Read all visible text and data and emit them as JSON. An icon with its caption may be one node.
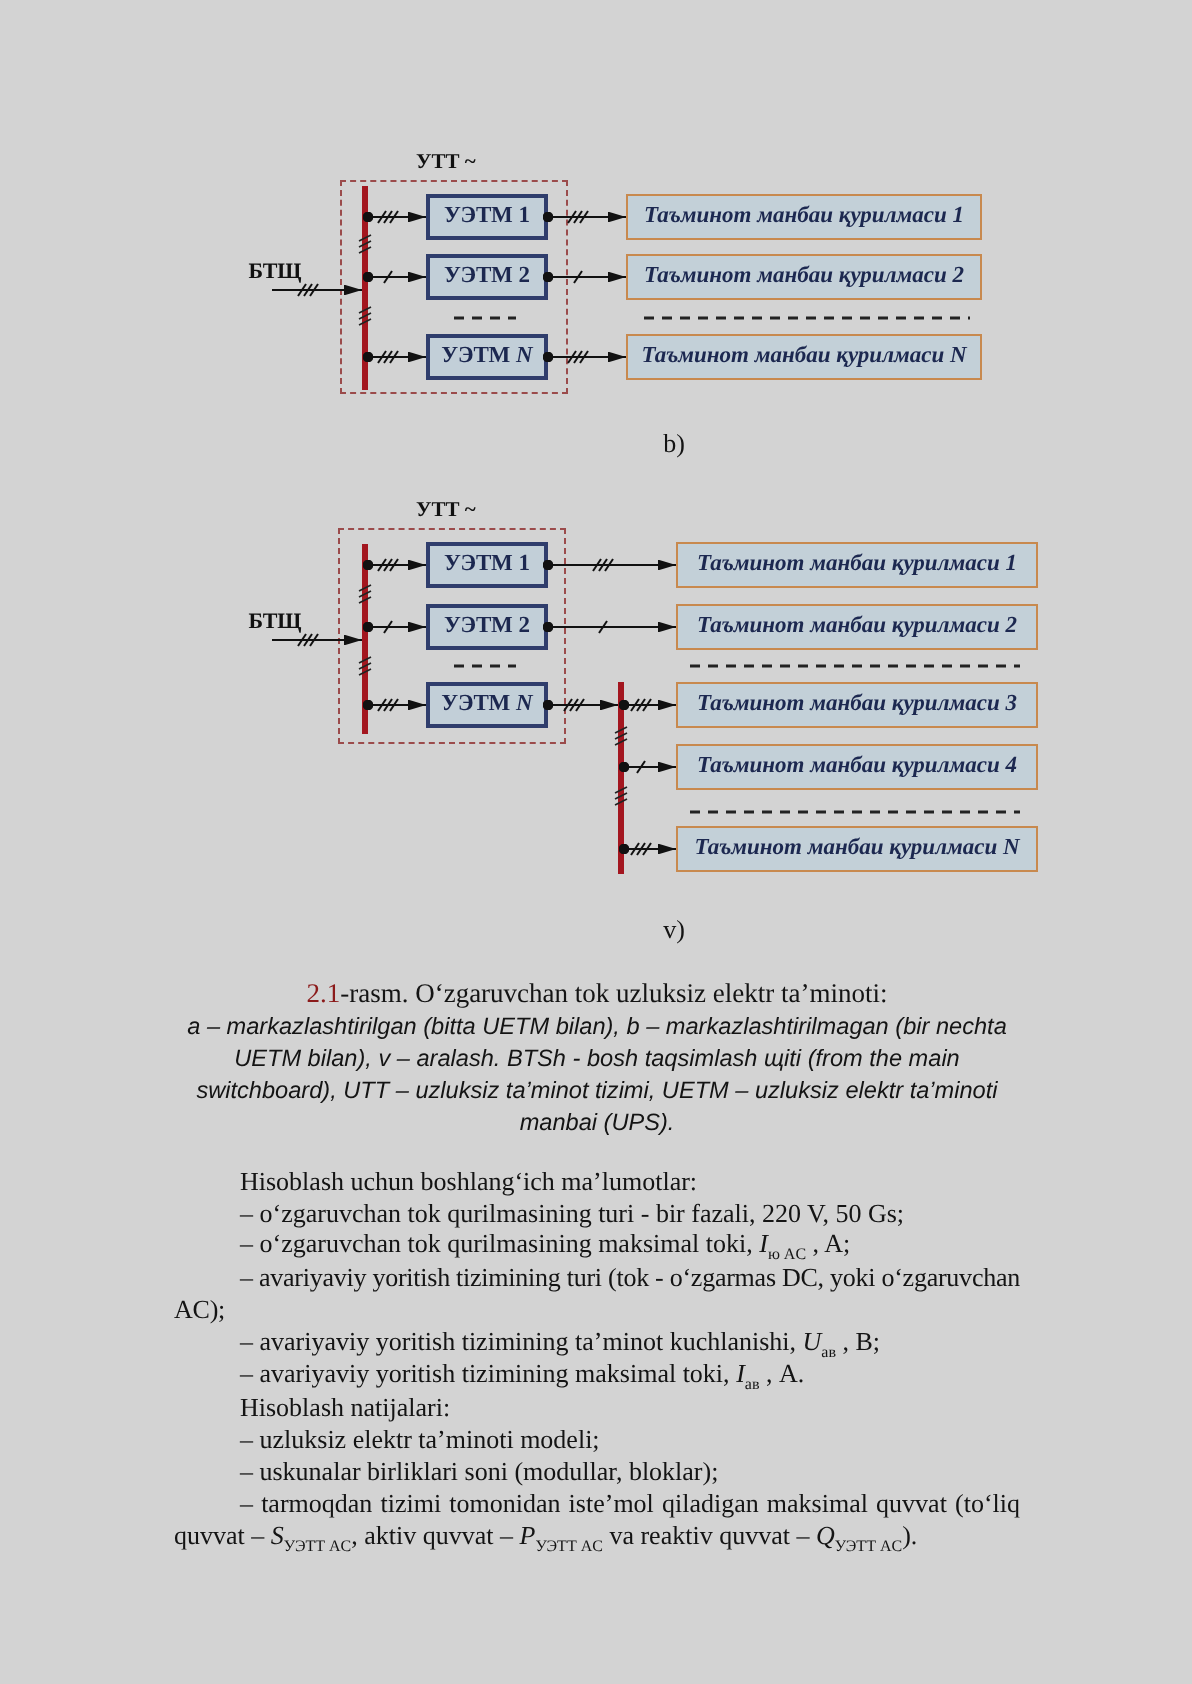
{
  "diagram": {
    "caption": "2.1-rasm. O‘zgaruvchan tok uzluksiz elektr ta’minoti: *a – markazlashtirilgan (bitta UETM bilan), b – markazlashtirilmagan (bir nechta UETM bilan), v – aralash. BTSh - bosh taqsimlash щiti (from the main switchboard), UTT – uzluksiz ta’minot tizimi, UETM – uzluksiz elektr ta’minoti manbai (UPS).*",
    "nodes": [
      {
        "text": [
          "УТТ ~"
        ]
      },
      {
        "text": [],
        "shape": "bar",
        "in": 0
      },
      {
        "text": [
          "БТЩ"
        ]
      },
      {
        "text": [
          "УЭТМ 1"
        ],
        "in": 0
      },
      {
        "text": [
          "УЭТМ 2"
        ],
        "in": 0
      },
      {
        "text": [
          "УЭТМ *N*"
        ],
        "in": 0
      },
      {
        "text": [
          "Таъминот манбаи қурилмаси 1"
        ]
      },
      {
        "text": [
          "Таъминот манбаи қурилмаси 2"
        ]
      },
      {
        "text": [
          "Таъминот манбаи қурилмаси N"
        ]
      },
      {
        "text": [
          "УТТ ~"
        ]
      },
      {
        "text": [],
        "shape": "bar",
        "in": 9
      },
      {
        "text": [
          "БТЩ"
        ]
      },
      {
        "text": [
          "УЭТМ 1"
        ],
        "in": 9
      },
      {
        "text": [
          "УЭТМ 2"
        ],
        "in": 9
      },
      {
        "text": [
          "УЭТМ *N*"
        ],
        "in": 9
      },
      {
        "text": [
          "Таъминот манбаи қурилмаси 1"
        ]
      },
      {
        "text": [
          "Таъминот манбаи қурилмаси 2"
        ]
      },
      {
        "text": [],
        "shape": "bar"
      },
      {
        "text": [
          "Таъминот манбаи қурилмаси 3"
        ]
      },
      {
        "text": [
          "Таъминот манбаи қурилмаси 4"
        ]
      },
      {
        "text": [
          "Таъминот манбаи қурилмаси N"
        ]
      }
    ],
    "edges": [
      {
        "from": 2,
        "to": 1,
        "arrow": "to"
      },
      {
        "from": 1,
        "to": 3,
        "arrow": "to"
      },
      {
        "from": 1,
        "to": 4,
        "arrow": "to"
      },
      {
        "from": 1,
        "to": 5,
        "arrow": "to"
      },
      {
        "from": 3,
        "to": 6,
        "arrow": "to"
      },
      {
        "from": 4,
        "to": 7,
        "arrow": "to"
      },
      {
        "from": 5,
        "to": 8,
        "arrow": "to"
      },
      {
        "from": 11,
        "to": 10,
        "arrow": "to"
      },
      {
        "from": 10,
        "to": 12,
        "arrow": "to"
      },
      {
        "from": 10,
        "to": 13,
        "arrow": "to"
      },
      {
        "from": 10,
        "to": 14,
        "arrow": "to"
      },
      {
        "from": 12,
        "to": 15,
        "arrow": "to"
      },
      {
        "from": 13,
        "to": 16,
        "arrow": "to"
      },
      {
        "from": 14,
        "to": 17,
        "arrow": "to"
      },
      {
        "from": 17,
        "to": 18,
        "arrow": "to"
      },
      {
        "from": 17,
        "to": 19,
        "arrow": "to"
      },
      {
        "from": 17,
        "to": 20,
        "arrow": "to"
      }
    ],
    "labels": [
      "b)",
      "v)",
      "Hisoblash uchun boshlang‘ich ma’lumotlar:",
      "– o‘zgaruvchan tok qurilmasining turi - bir fazali, 220 V, 50 Gs;",
      "– o‘zgaruvchan tok qurilmasining maksimal toki, *I*$_{ю AC}$ , A;",
      "– avariyaviy yoritish tizimining turi (tok - o‘zgarmas DC, yoki o‘zgaruvchan AC);",
      "– avariyaviy yoritish tizimining ta’minot kuchlanishi, *U*$_{ав}$ , В;",
      "– avariyaviy yoritish tizimining maksimal toki, *I*$_{ав}$ , A.",
      "Hisoblash natijalari:",
      "– uzluksiz elektr ta’minoti modeli;",
      "– uskunalar birliklari soni (modullar, bloklar);",
      "– tarmoqdan tizimi tomonidan iste’mol qiladigan maksimal quvvat (to‘liq quvvat – *S*$_{УЭТТ AC}$, aktiv quvvat – *P*$_{УЭТТ AC}$ va reaktiv quvvat – *Q*$_{УЭТТ AC}$)."
    ]
  }
}
